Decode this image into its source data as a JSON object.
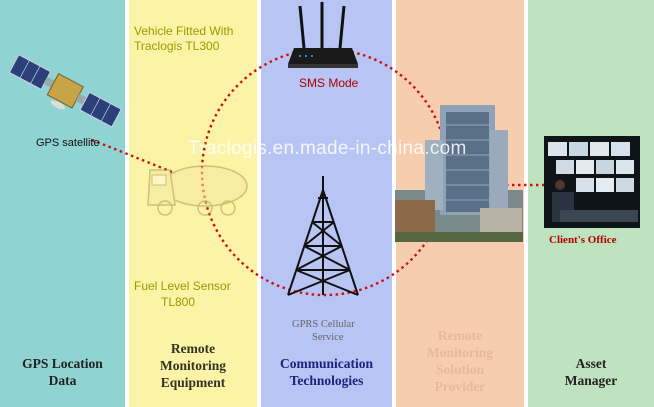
{
  "columns": [
    {
      "label": "GPS Location Data",
      "bg": "#8fd3d3",
      "text_color": "#222222"
    },
    {
      "label": "Remote Monitoring Equipment",
      "bg": "#fbf3a6",
      "text_color": "#333322"
    },
    {
      "label": "Communication Technologies",
      "bg": "#b8c4f4",
      "text_color": "#1a237e"
    },
    {
      "label": "Remote Monitoring Solution Provider",
      "bg": "#f7cdb0",
      "text_color": "#e8b89a"
    },
    {
      "label": "Asset Manager",
      "bg": "#bfe3bf",
      "text_color": "#222222"
    }
  ],
  "labels": {
    "gps_satellite": "GPS satellite",
    "vehicle_line1": "Vehicle Fitted With",
    "vehicle_line2": "Traclogis TL300",
    "sms_mode": "SMS Mode",
    "fuel_line1": "Fuel Level Sensor",
    "fuel_line2": "TL800",
    "gprs_line1": "GPRS Cellular",
    "gprs_line2": "Service",
    "clients_office": "Client's Office",
    "watermark": "Traclogis.en.made-in-china.com"
  },
  "colors": {
    "link_dots": "#cc1111",
    "vehicle_text": "#9a9a00",
    "sms_text": "#b00000",
    "gprs_text": "#666666",
    "office_text": "#b00000"
  }
}
